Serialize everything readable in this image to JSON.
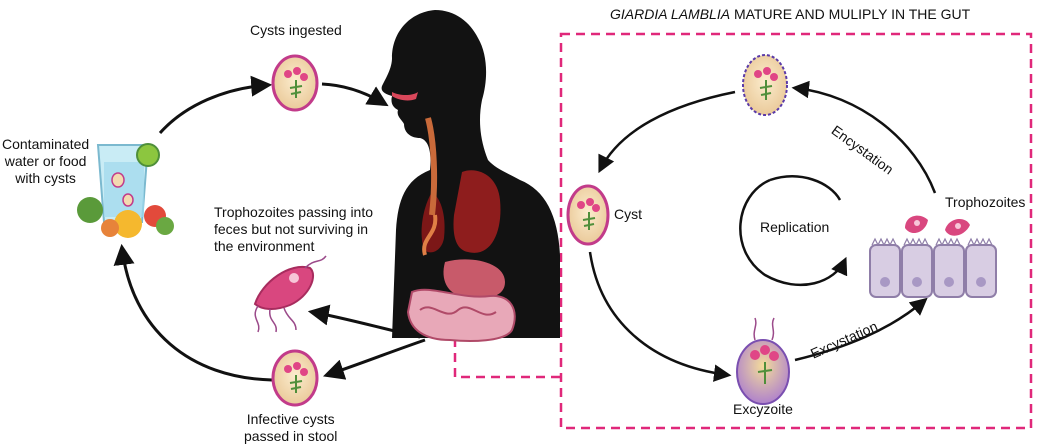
{
  "title": {
    "italic": "GIARDIA LAMBLIA",
    "rest": " MATURE AND MULIPLY IN THE GUT"
  },
  "labels": {
    "cysts_ingested": "Cysts ingested",
    "contaminated": [
      "Contaminated",
      "water or food",
      "with cysts"
    ],
    "trophozoites_passing": [
      "Trophozoites passing into",
      "feces but not surviving in",
      "the environment"
    ],
    "infective_cysts": [
      "Infective cysts",
      "passed in stool"
    ],
    "cyst": "Cyst",
    "replication": "Replication",
    "trophozoites": "Trophozoites",
    "encystation": "Encystation",
    "excystation": "Excystation",
    "excyzoite": "Excyzoite"
  },
  "colors": {
    "dashed_border": "#e0287a",
    "arrow": "#111111",
    "cyst_fill": "#f3d9b0",
    "cyst_rim": "#c23b8a",
    "silhouette": "#121212",
    "lungs": "#8e1d1d",
    "trophozoite": "#d9477f",
    "gut_cells": "#d8cde3"
  }
}
